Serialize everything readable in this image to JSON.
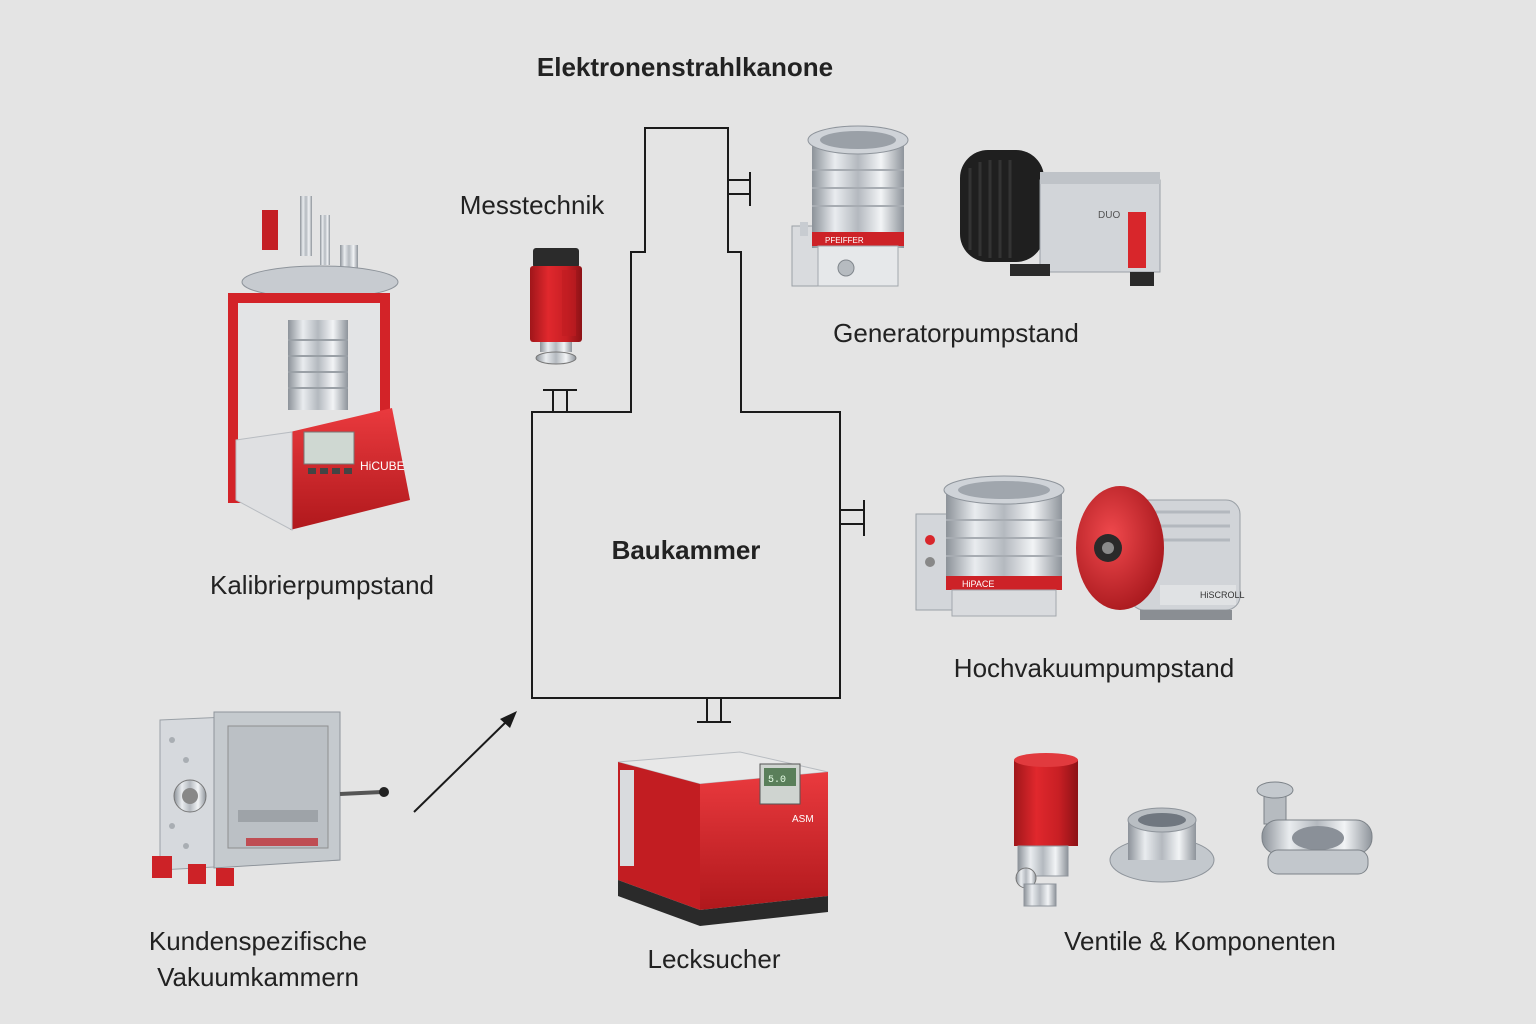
{
  "diagram": {
    "title": "Elektronenstrahlkanone",
    "chamber_label": "Baukammer",
    "labels": {
      "messtechnik": "Messtechnik",
      "generator": "Generatorpumpstand",
      "kalibrier": "Kalibrierpumpstand",
      "hochvakuum": "Hochvakuumpumpstand",
      "kunden_line1": "Kundenspezifische",
      "kunden_line2": "Vakuumkammern",
      "lecksucher": "Lecksucher",
      "ventile": "Ventile & Komponenten"
    },
    "product_markings": {
      "hicube": "HiCUBE",
      "duo": "DUO",
      "hipace": "HiPACE",
      "scroll": "HiSCROLL",
      "asm": "ASM",
      "display": "5.0"
    },
    "colors": {
      "background": "#e4e4e4",
      "line": "#1a1a1a",
      "brand_red": "#d8262b",
      "steel": "#c9cdd2"
    }
  }
}
